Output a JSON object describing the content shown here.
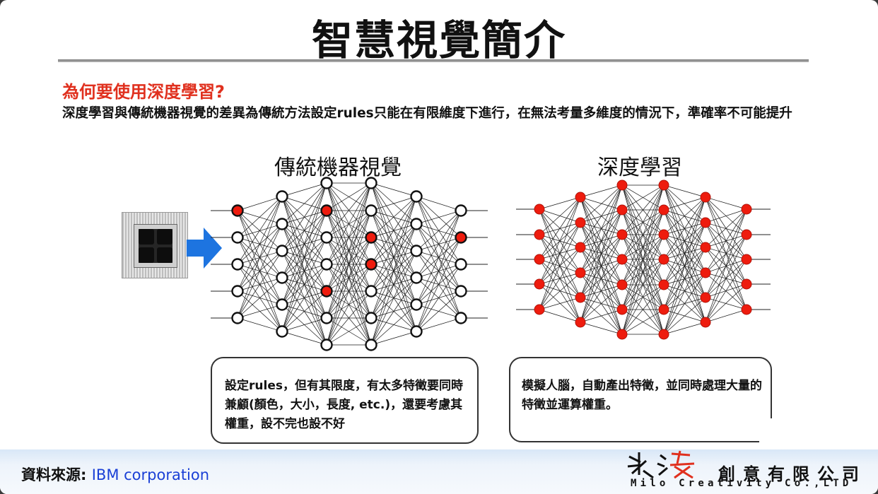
{
  "slide": {
    "title": "智慧視覺簡介",
    "question": "為何要使用深度學習?",
    "description": "深度學習與傳統機器視覺的差異為傳統方法設定rules只能在有限維度下進行，在無法考量多維度的情況下，準確率不可能提升"
  },
  "diagrams": {
    "traditional_label": "傳統機器視覺",
    "deep_label": "深度學習"
  },
  "boxes": {
    "traditional_text": "設定rules，但有其限度，有太多特徵要同時兼顧(顏色，大小，長度, etc.)，還要考慮其權重，設不完也設不好",
    "deep_text": "模擬人腦，自動產出特徵，並同時處理大量的特徵並運算權重。"
  },
  "footer": {
    "source_label": "資料來源:",
    "source_value": "IBM corporation"
  },
  "logo": {
    "chinese": "創意有限公司",
    "english": "Milo Creativity Co.,LTD"
  },
  "colors": {
    "accent_red": "#e0301e",
    "node_red": "#ee1c0e",
    "arrow_blue": "#1d74e0",
    "footer_blue": "#d8e7f7",
    "source_blue": "#1a3fd6"
  },
  "icons": {
    "chip": "processor-chip-image",
    "arrow": "right-arrow-icon",
    "logo": "milo-brand-mark"
  },
  "networks": {
    "traditional": {
      "layers": [
        {
          "red": [
            0
          ]
        },
        {
          "red": []
        },
        {
          "red": [
            1,
            4
          ]
        },
        {
          "red": [
            2,
            3
          ]
        },
        {
          "red": []
        },
        {
          "red": [
            1
          ]
        }
      ]
    },
    "deep": {
      "layers": [
        {
          "red": "all"
        },
        {
          "red": "all"
        },
        {
          "red": "all"
        },
        {
          "red": "all"
        },
        {
          "red": "all"
        },
        {
          "red": "all"
        }
      ]
    }
  }
}
